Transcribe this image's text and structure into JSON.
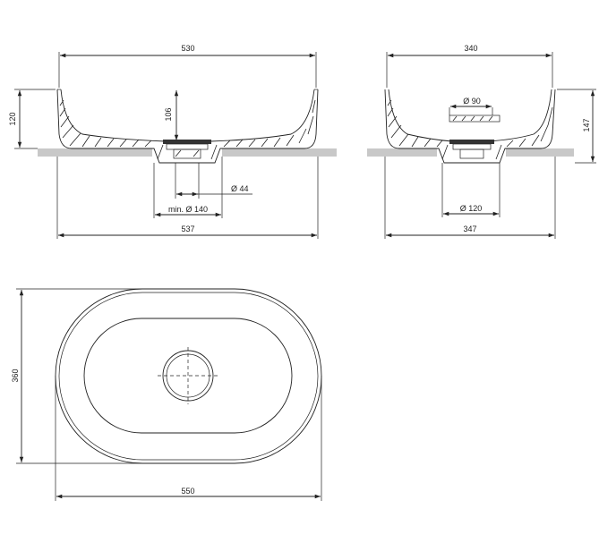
{
  "drawing": {
    "front_view": {
      "top_width": "530",
      "overall_width": "537",
      "height": "120",
      "inner_depth": "106",
      "drain_diameter": "Ø 44",
      "cutout": "min. Ø 140"
    },
    "side_view": {
      "top_width": "340",
      "overall_width": "347",
      "height": "147",
      "overflow_diameter": "Ø 90",
      "drain_housing": "Ø 120"
    },
    "top_view": {
      "length": "550",
      "width": "360"
    }
  }
}
